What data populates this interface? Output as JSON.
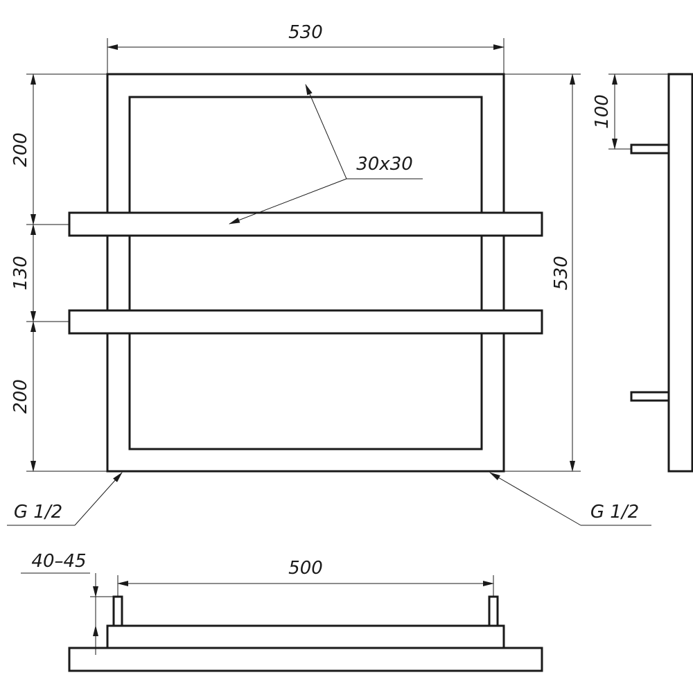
{
  "dimensions": {
    "top_width": "530",
    "right_height": "530",
    "left_top_gap": "200",
    "left_mid_gap": "130",
    "left_bottom_gap": "200",
    "profile": "30x30",
    "side_offset": "100",
    "inlet_left": "G 1/2",
    "inlet_right": "G 1/2",
    "wall_distance": "40–45",
    "connection_spacing": "500"
  },
  "colors": {
    "line": "#1a1a1a",
    "background": "#ffffff"
  }
}
